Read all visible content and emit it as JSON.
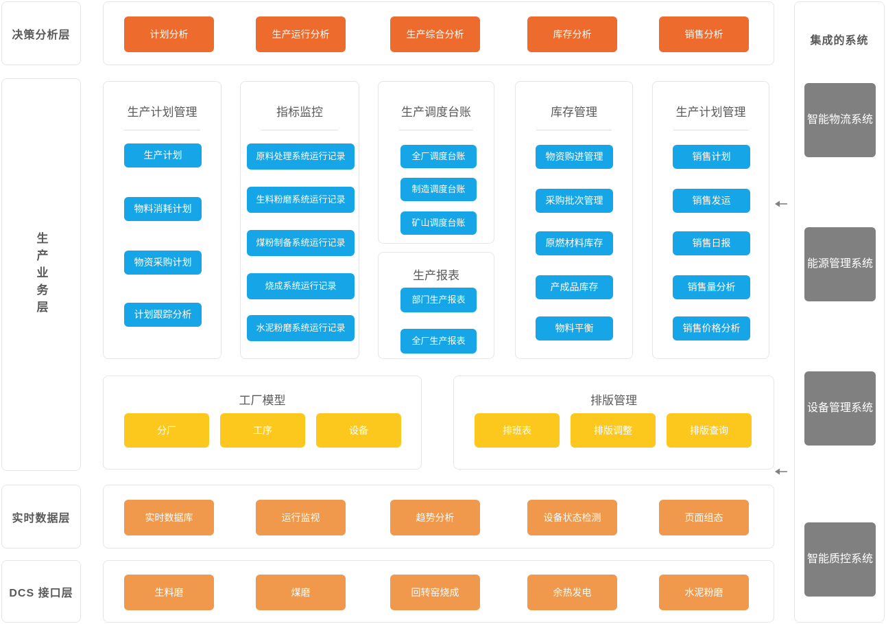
{
  "layers": {
    "decision": "决策分析层",
    "business": "生产业务层",
    "realtime": "实时数据层",
    "dcs": "DCS 接口层"
  },
  "decision_buttons": [
    "计划分析",
    "生产运行分析",
    "生产综合分析",
    "库存分析",
    "销售分析"
  ],
  "business_columns": [
    {
      "title": "生产计划管理",
      "divider": true,
      "items": [
        "生产计划",
        "物料消耗计划",
        "物资采购计划",
        "计划跟踪分析"
      ]
    },
    {
      "title": "指标监控",
      "divider": true,
      "items": [
        "原料处理系统运行记录",
        "生料粉磨系统运行记录",
        "煤粉制备系统运行记录",
        "烧成系统运行记录",
        "水泥粉磨系统运行记录"
      ]
    },
    {
      "title": "生产调度台账",
      "divider": true,
      "items": [
        "全厂调度台账",
        "制造调度台账",
        "矿山调度台账"
      ]
    },
    {
      "title": "库存管理",
      "divider": true,
      "items": [
        "物资购进管理",
        "采购批次管理",
        "原燃材料库存",
        "产成品库存",
        "物料平衡"
      ]
    },
    {
      "title": "生产计划管理",
      "divider": true,
      "items": [
        "销售计划",
        "销售发运",
        "销售日报",
        "销售量分析",
        "销售价格分析"
      ]
    }
  ],
  "report_card": {
    "title": "生产报表",
    "divider": false,
    "items": [
      "部门生产报表",
      "全厂生产报表"
    ]
  },
  "factory_model": {
    "title": "工厂模型",
    "items": [
      "分厂",
      "工序",
      "设备"
    ]
  },
  "layout_management": {
    "title": "排版管理",
    "items": [
      "排班表",
      "排版调整",
      "排版查询"
    ]
  },
  "realtime_buttons": [
    "实时数据库",
    "运行监视",
    "趋势分析",
    "设备状态检测",
    "页面组态"
  ],
  "dcs_buttons": [
    "生料磨",
    "煤磨",
    "回转窑烧成",
    "余热发电",
    "水泥粉磨"
  ],
  "integrated": {
    "title": "集成的系统",
    "systems": [
      "智能\n物流\n系统",
      "能源\n管理\n系统",
      "设备\n管理\n系统",
      "智能\n质控\n系统"
    ]
  },
  "colors": {
    "orange": "#ec6b2d",
    "blue": "#16a6e8",
    "yellow": "#fcc81e",
    "light_orange": "#f0984b",
    "gray": "#808080",
    "card_border": "#e6e6e6",
    "text_dark": "#595959"
  },
  "arrow_icons": [
    "arrow-left-icon",
    "arrow-left-icon"
  ]
}
